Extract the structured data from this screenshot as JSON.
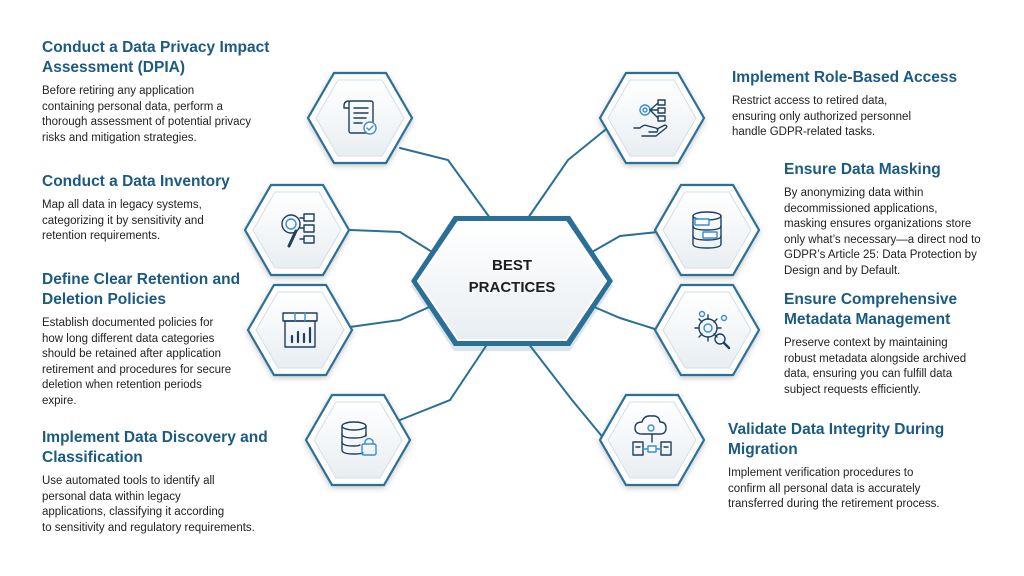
{
  "center": {
    "label": "BEST\nPRACTICES"
  },
  "colors": {
    "hex_border": "#2a6f97",
    "connector": "#2a6f97",
    "title": "#1b5a82",
    "icon": "#1f3f5f",
    "accent": "#3a8ed0"
  },
  "practices": [
    {
      "title": "Conduct a Data Privacy Impact\nAssessment (DPIA)",
      "description": "Before retiring any application\ncontaining personal data, perform a\nthorough assessment of potential privacy\nrisks and mitigation strategies.",
      "icon": "document-scroll-icon"
    },
    {
      "title": "Conduct a Data Inventory",
      "description": "Map all data in legacy systems,\ncategorizing it by sensitivity and\nretention requirements.",
      "icon": "magnifier-list-icon"
    },
    {
      "title": "Define Clear Retention and\nDeletion Policies",
      "description": "Establish documented policies for\nhow long different data categories\nshould be retained after application\nretirement and procedures for secure\ndeletion when retention periods\nexpire.",
      "icon": "archive-box-chart-icon"
    },
    {
      "title": "Implement Data Discovery and\nClassification",
      "description": "Use automated tools to identify all\npersonal data within legacy\napplications, classifying it according\nto sensitivity and regulatory requirements.",
      "icon": "database-lock-icon"
    },
    {
      "title": "Implement Role-Based Access",
      "description": "Restrict access to retired data,\nensuring only authorized personnel\nhandle GDPR-related tasks.",
      "icon": "hand-gear-network-icon"
    },
    {
      "title": "Ensure Data Masking",
      "description": "By anonymizing data within\ndecommissioned applications,\nmasking ensures organizations store\nonly what’s necessary—a direct nod to\nGDPR’s Article 25: Data Protection by\nDesign and by Default.",
      "icon": "masked-database-icon"
    },
    {
      "title": "Ensure Comprehensive\nMetadata Management",
      "description": "Preserve context by maintaining\nrobust metadata alongside archived\ndata, ensuring you can fulfill data\nsubject requests efficiently.",
      "icon": "gear-magnifier-icon"
    },
    {
      "title": "Validate Data Integrity During\nMigration",
      "description": "Implement verification procedures to\nconfirm all personal data is accurately\ntransferred during the retirement process.",
      "icon": "cloud-servers-icon"
    }
  ]
}
